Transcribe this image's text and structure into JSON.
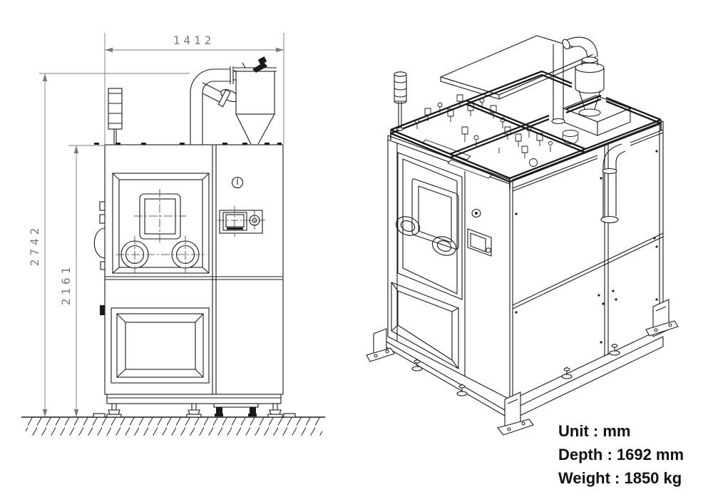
{
  "document": {
    "kind": "machine-outline-drawing",
    "background_color": "#ffffff",
    "line_color": "#1a1a1a",
    "dimension_color": "#7a7a7a",
    "spec_text_color": "#111111"
  },
  "front_view": {
    "dim_width_mm": "1412",
    "dim_total_height_mm": "2742",
    "dim_body_height_mm": "2161"
  },
  "specs": {
    "unit": "Unit : mm",
    "depth": "Depth : 1692 mm",
    "weight": "Weight : 1850 kg"
  }
}
